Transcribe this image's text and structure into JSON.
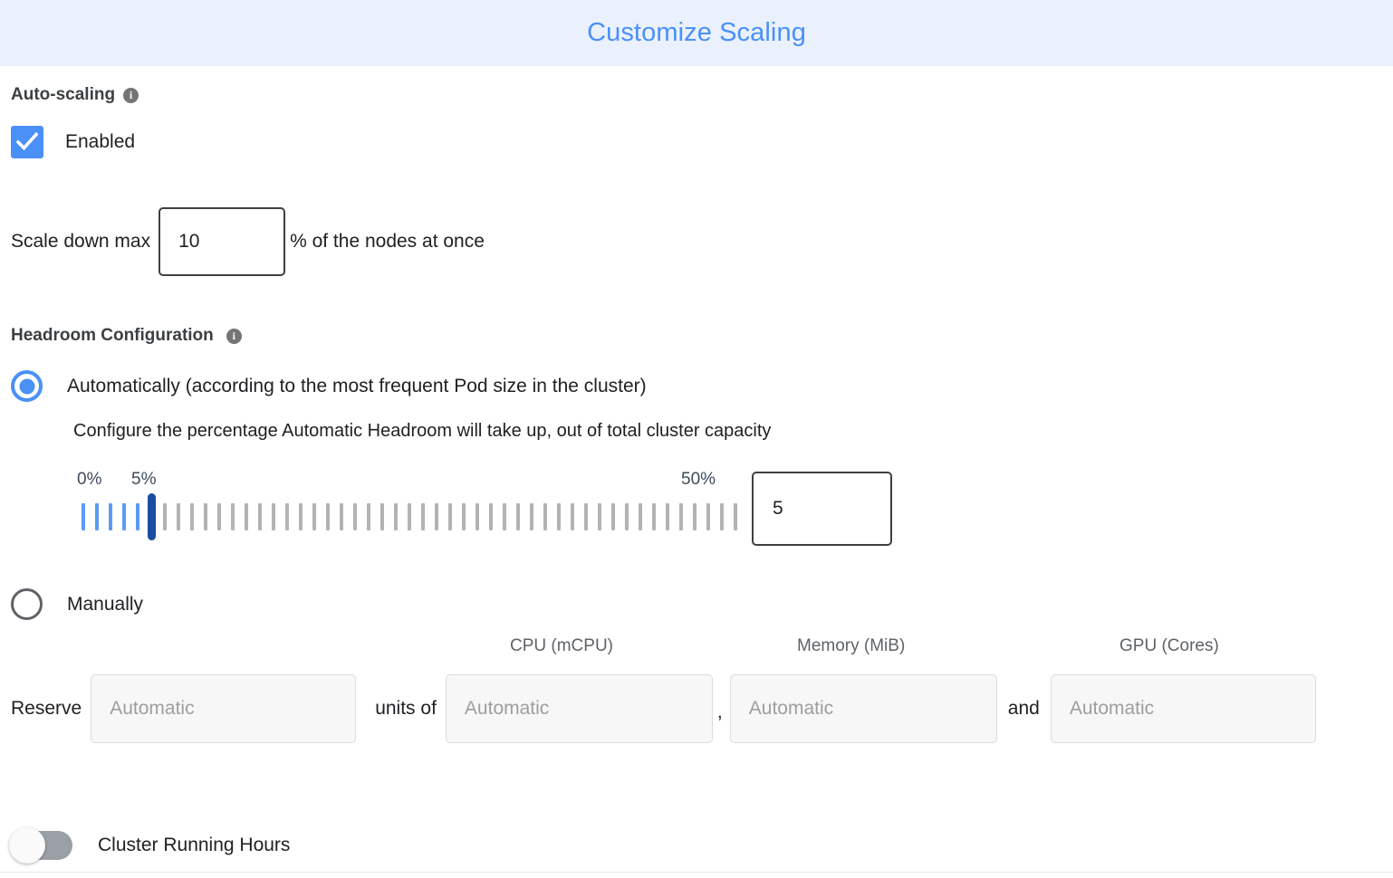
{
  "header": {
    "title": "Customize Scaling",
    "bg_color": "#eaf1fd",
    "title_color": "#4a90f7"
  },
  "autoscaling": {
    "heading": "Auto-scaling",
    "info_icon": "info-icon",
    "info_glyph": "i",
    "checkbox_label": "Enabled",
    "checkbox_checked": true,
    "accent_color": "#4a90f7"
  },
  "scale_down": {
    "prefix_label": "Scale down max",
    "value": "10",
    "suffix_label": "% of the nodes at once"
  },
  "headroom": {
    "heading": "Headroom Configuration",
    "info_glyph": "i",
    "option_auto": {
      "label": "Automatically (according to the most frequent Pod size in the cluster)",
      "selected": true,
      "description": "Configure the percentage Automatic Headroom will take up, out of total cluster capacity"
    },
    "option_manual": {
      "label": "Manually",
      "selected": false
    }
  },
  "slider": {
    "min_label": "0%",
    "current_label": "5%",
    "max_label": "50%",
    "min": 0,
    "max": 50,
    "value": 5,
    "value_box": "5",
    "tick_count": 49,
    "filled_color": "#5b9bf3",
    "empty_color": "#b3b3b3",
    "thumb_color": "#1a4fa0",
    "label_color": "#3f4a5a"
  },
  "reserve": {
    "prefix_label": "Reserve",
    "units_label": "units of",
    "comma_label": ",",
    "and_label": "and",
    "fields": [
      {
        "name": "units",
        "header": "",
        "placeholder": "Automatic",
        "value": ""
      },
      {
        "name": "cpu",
        "header": "CPU (mCPU)",
        "placeholder": "Automatic",
        "value": ""
      },
      {
        "name": "memory",
        "header": "Memory (MiB)",
        "placeholder": "Automatic",
        "value": ""
      },
      {
        "name": "gpu",
        "header": "GPU (Cores)",
        "placeholder": "Automatic",
        "value": ""
      }
    ]
  },
  "cluster_running_hours": {
    "label": "Cluster Running Hours",
    "enabled": false
  }
}
